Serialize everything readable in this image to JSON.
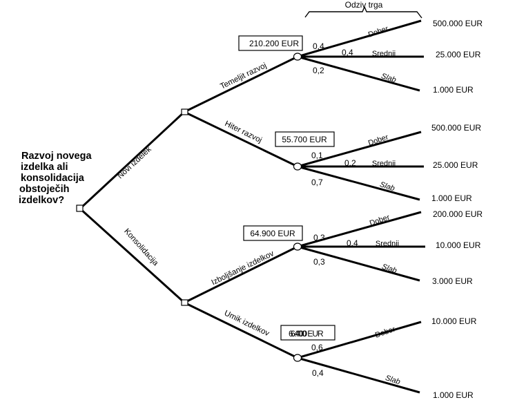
{
  "question": {
    "lines": [
      "Razvoj novega",
      "izdelka ali",
      "konsolidacija",
      "obstoječih",
      "izdelkov?"
    ]
  },
  "header": {
    "bracket_label": "Odziv trga"
  },
  "decisions": [
    {
      "label": "Novi izdelek"
    },
    {
      "label": "Konsolidacija"
    }
  ],
  "alternatives": [
    {
      "label": "Temeljit razvoj",
      "expected_value": "210.200 EUR",
      "outcomes": [
        {
          "label": "Dober",
          "probability": "0,4",
          "payoff": "500.000 EUR"
        },
        {
          "label": "Srednji",
          "probability": "0,4",
          "payoff": "25.000 EUR"
        },
        {
          "label": "Slab",
          "probability": "0,2",
          "payoff": "1.000 EUR"
        }
      ]
    },
    {
      "label": "Hiter razvoj",
      "expected_value": "55.700 EUR",
      "outcomes": [
        {
          "label": "Dober",
          "probability": "0,1",
          "payoff": "500.000 EUR"
        },
        {
          "label": "Srednji",
          "probability": "0,2",
          "payoff": "25.000 EUR"
        },
        {
          "label": "Slab",
          "probability": "0,7",
          "payoff": "1.000 EUR"
        }
      ]
    },
    {
      "label": "Izboljšanje izdelkov",
      "expected_value": "64.900 EUR",
      "outcomes": [
        {
          "label": "Dober",
          "probability": "0,3",
          "payoff": "200.000 EUR"
        },
        {
          "label": "Srednji",
          "probability": "0,4",
          "payoff": "10.000 EUR"
        },
        {
          "label": "Slab",
          "probability": "0,3",
          "payoff": "3.000 EUR"
        }
      ]
    },
    {
      "label": "Umik izdelkov",
      "expected_value": "6.400 EUR",
      "expected_value_overprint": "6.400",
      "outcomes": [
        {
          "label": "Dober",
          "probability": "0,6",
          "payoff": "10.000 EUR"
        },
        {
          "label": "Slab",
          "probability": "0,4",
          "payoff": "1.000 EUR"
        }
      ]
    }
  ]
}
